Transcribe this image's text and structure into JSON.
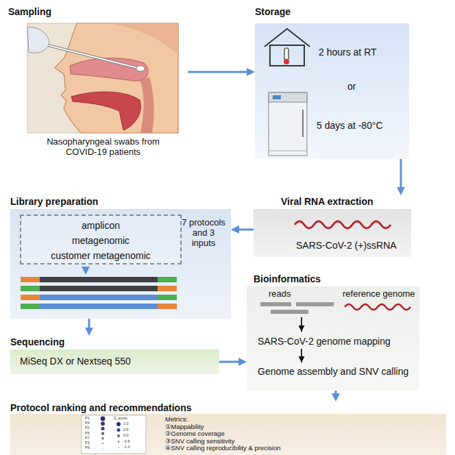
{
  "diagram": {
    "nodes": [
      {
        "text": [
          "Sampling",
          "Nasopharyngeal swabs from COVID-19 patients"
        ]
      },
      {
        "text": [
          "Storage",
          "2 hours at RT",
          "or",
          "5 days at -80°C"
        ]
      },
      {
        "text": [
          "Viral RNA extraction",
          "SARS-CoV-2 (+)ssRNA"
        ]
      },
      {
        "text": [
          "Library preparation",
          "7 protocols and 3 inputs"
        ]
      },
      {
        "text": [
          "amplicon",
          "metagenomic",
          "customer metagenomic"
        ],
        "in": 3
      },
      {
        "text": [
          "Sequencing",
          "MiSeq DX or Nextseq 550"
        ]
      },
      {
        "text": [
          "Bioinformatics",
          "reads",
          "reference genome",
          "SARS-CoV-2 genome mapping",
          "Genome assembly and SNV calling"
        ]
      },
      {
        "text": [
          "Protocol ranking and recommendations",
          "Metrics:",
          "①Mappability",
          "②Genome coverage",
          "③SNV calling sensitivity",
          "④SNV calling reproducibility & precision"
        ]
      }
    ],
    "edges": [
      {
        "from": 0,
        "to": 1,
        "arrow": "to"
      },
      {
        "from": 1,
        "to": 2,
        "arrow": "to"
      },
      {
        "from": 2,
        "to": 3,
        "arrow": "to"
      },
      {
        "from": 3,
        "to": 5,
        "arrow": "to"
      },
      {
        "from": 5,
        "to": 6,
        "arrow": "to"
      },
      {
        "from": 6,
        "to": 7,
        "arrow": "to"
      }
    ],
    "labels": [
      "P1",
      "P4",
      "P2",
      "P5",
      "P7",
      "P3",
      "P6",
      "Z_score",
      "1.0",
      "0.5",
      "0.0",
      "-0.5",
      "-1.0"
    ]
  }
}
